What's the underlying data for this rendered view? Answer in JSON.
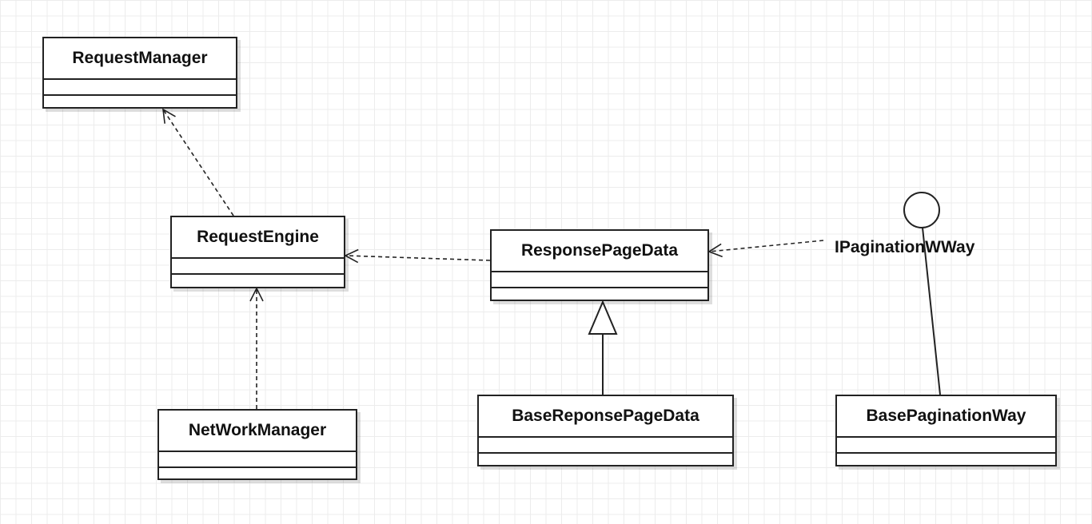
{
  "classes": {
    "request_manager": "RequestManager",
    "request_engine": "RequestEngine",
    "network_manager": "NetWorkManager",
    "response_page_data": "ResponsePageData",
    "base_response_page_data": "BaseReponsePageData",
    "base_pagination_way": "BasePaginationWay"
  },
  "interface": {
    "name": "IPaginationWWay"
  },
  "relations": [
    {
      "type": "dependency",
      "from": "RequestEngine",
      "to": "RequestManager"
    },
    {
      "type": "dependency",
      "from": "NetWorkManager",
      "to": "RequestEngine"
    },
    {
      "type": "dependency",
      "from": "ResponsePageData",
      "to": "RequestEngine"
    },
    {
      "type": "dependency",
      "from": "IPaginationWWay",
      "to": "ResponsePageData"
    },
    {
      "type": "generalization",
      "from": "BaseReponsePageData",
      "to": "ResponsePageData"
    },
    {
      "type": "realization",
      "from": "BasePaginationWay",
      "to": "IPaginationWWay"
    }
  ]
}
